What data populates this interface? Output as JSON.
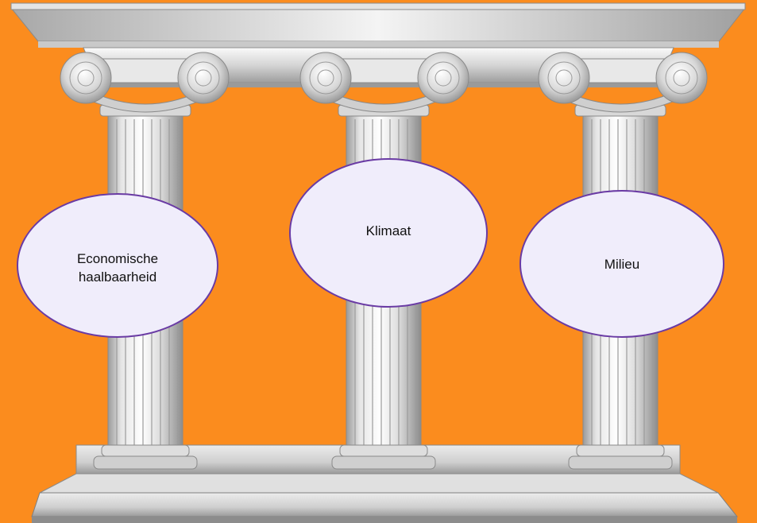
{
  "pillars": [
    {
      "label": "Economische\nhaalbaarheid"
    },
    {
      "label": "Klimaat"
    },
    {
      "label": "Milieu"
    }
  ],
  "colors": {
    "background": "#fb8c1e",
    "oval_fill": "#f0edfb",
    "oval_border": "#6a3ba4",
    "stone_light": "#f2f2f2",
    "stone_dark": "#8a8a8a"
  }
}
